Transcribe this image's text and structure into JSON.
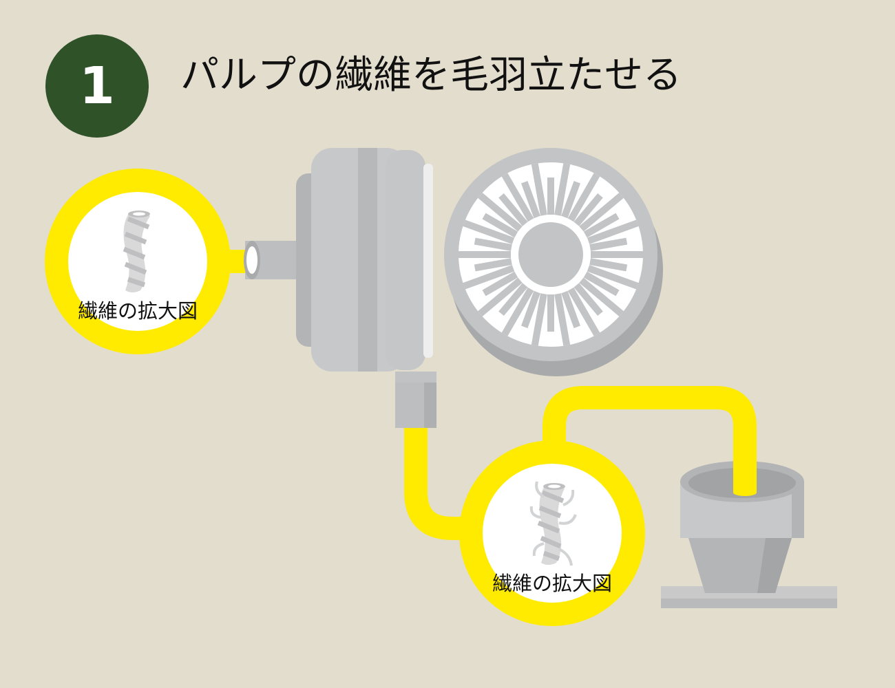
{
  "step": {
    "number": "1"
  },
  "title": "パルプの繊維を毛羽立たせる",
  "magnifiers": [
    {
      "label": "繊維の拡大図"
    },
    {
      "label": "繊維の拡大図"
    }
  ],
  "colors": {
    "background": "#e3ddcd",
    "badge": "#2f5229",
    "pipe": "#ffeb00",
    "machine": "#c7c8c9",
    "machine_dark": "#a7a8aa",
    "fiber": "#d8d9da"
  },
  "icons": [
    "refiner-machine",
    "grinding-disc",
    "fiber-smooth",
    "fiber-fibrillated",
    "pipe",
    "funnel-tank"
  ]
}
